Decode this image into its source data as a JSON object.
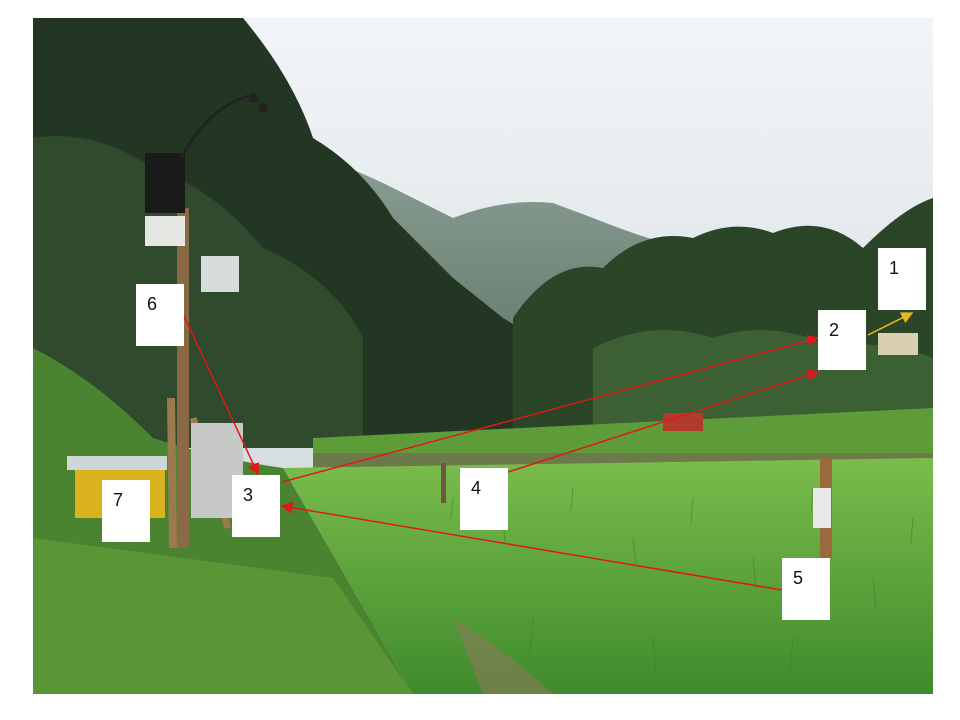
{
  "figure": {
    "callouts": [
      {
        "id": "1",
        "label": "1"
      },
      {
        "id": "2",
        "label": "2"
      },
      {
        "id": "3",
        "label": "3"
      },
      {
        "id": "4",
        "label": "4"
      },
      {
        "id": "5",
        "label": "5"
      },
      {
        "id": "6",
        "label": "6"
      },
      {
        "id": "7",
        "label": "7"
      }
    ],
    "colors": {
      "arrow_red": "#e01818",
      "arrow_yellow": "#e8b820",
      "sky": "#dfe7ec",
      "forest_dark": "#233a25",
      "rice_green": "#5fa23c",
      "grass": "#4f8a34"
    }
  }
}
